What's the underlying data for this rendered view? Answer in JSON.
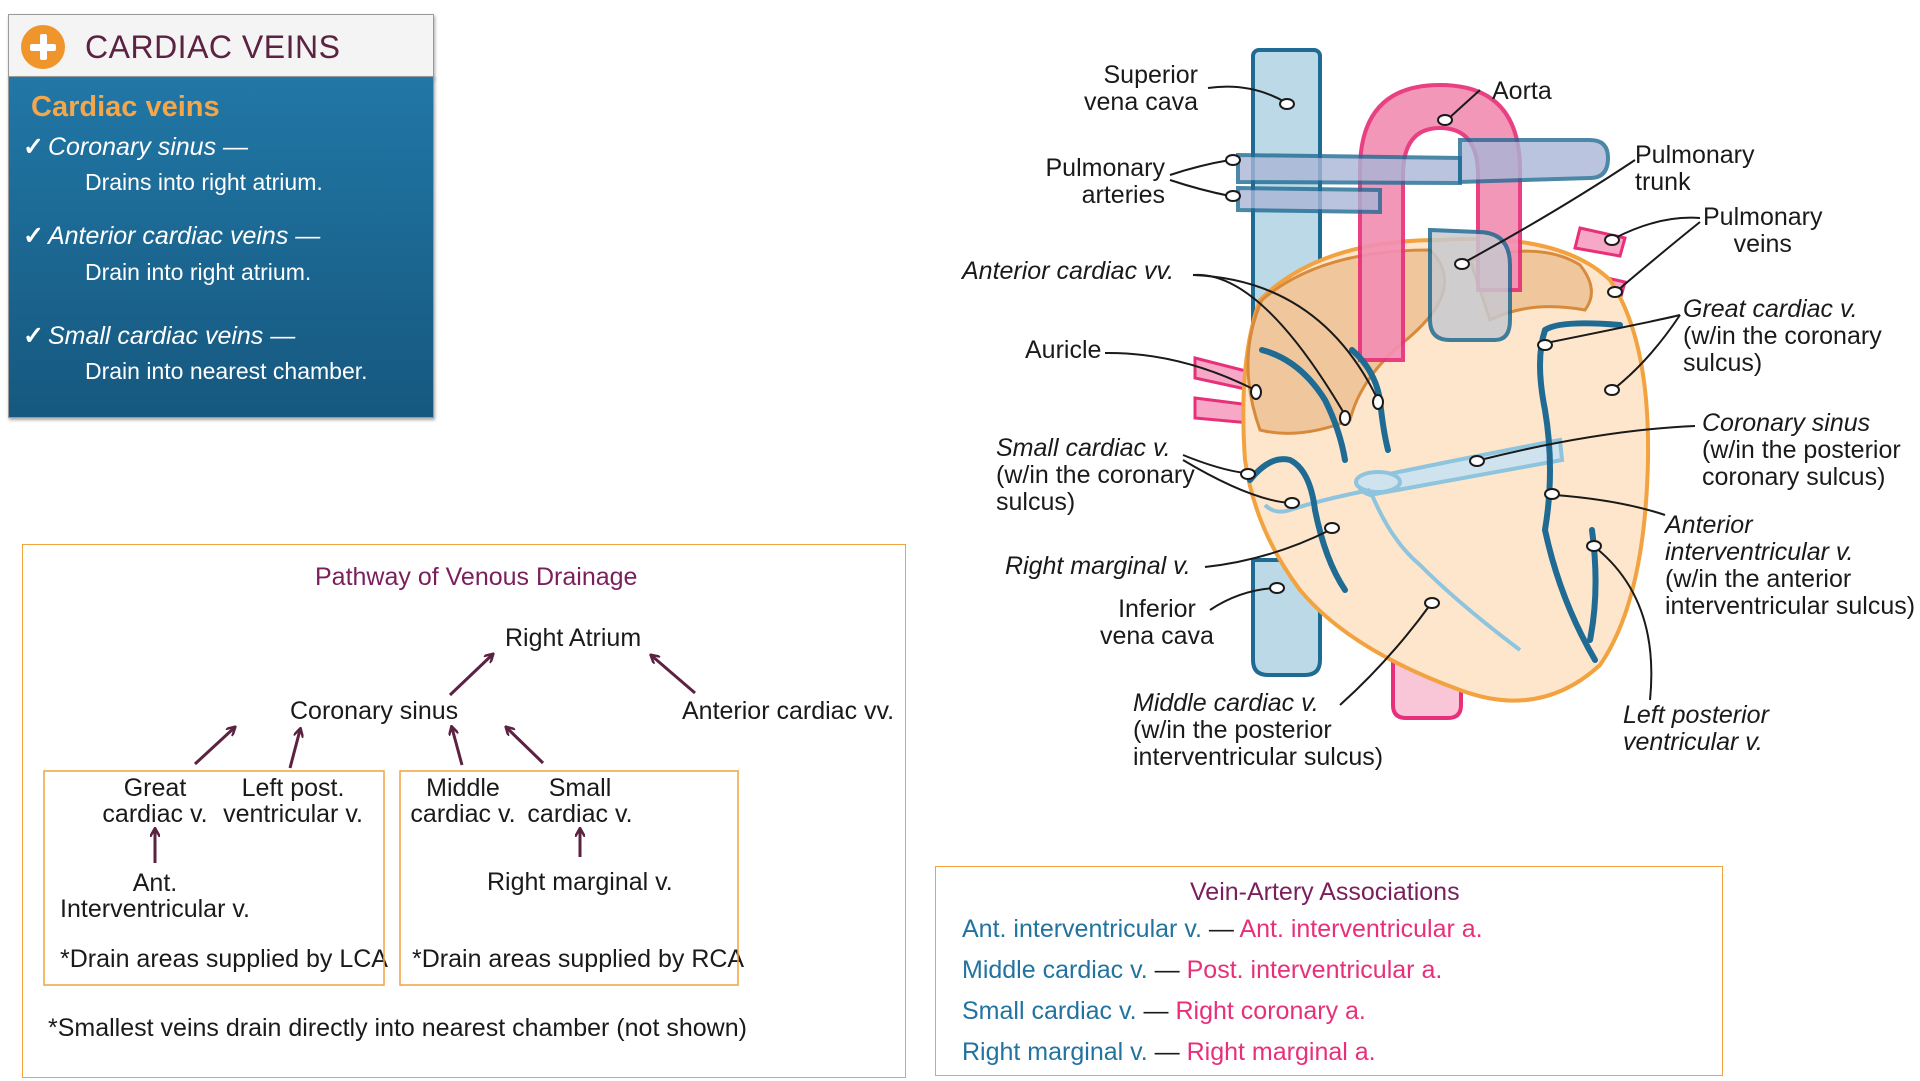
{
  "header": {
    "title": "CARDIAC VEINS",
    "icon": "plus-circle-icon",
    "accent": "#f0942c"
  },
  "summary": {
    "heading": "Cardiac veins",
    "items": [
      {
        "term": "Coronary sinus —",
        "desc": "Drains into right atrium."
      },
      {
        "term": "Anterior cardiac veins —",
        "desc": "Drain into right atrium."
      },
      {
        "term": "Small cardiac veins —",
        "desc": "Drain into nearest chamber."
      }
    ],
    "check_glyph": "✓",
    "colors": {
      "background": "#1b6792",
      "heading": "#f4a64a"
    }
  },
  "pathway": {
    "title": "Pathway of Venous Drainage",
    "right_atrium": "Right Atrium",
    "coronary_sinus": "Coronary sinus",
    "anterior_cardiac": "Anterior cardiac vv.",
    "lca_group": {
      "great_cardiac": [
        "Great",
        "cardiac v."
      ],
      "left_post": [
        "Left post.",
        "ventricular v."
      ],
      "ant_interventricular": [
        "Ant.",
        "Interventricular v."
      ],
      "note": "*Drain areas supplied by LCA"
    },
    "rca_group": {
      "middle_cardiac": [
        "Middle",
        "cardiac v."
      ],
      "small_cardiac": [
        "Small",
        "cardiac v."
      ],
      "right_marginal": "Right marginal v.",
      "note": "*Drain areas supplied by RCA"
    },
    "footnote": "*Smallest veins drain directly into nearest chamber (not shown)"
  },
  "associations": {
    "title": "Vein-Artery Associations",
    "rows": [
      {
        "vein": "Ant. interventricular v.",
        "artery": "Ant. interventricular a."
      },
      {
        "vein": "Middle cardiac v.",
        "artery": "Post. interventricular a."
      },
      {
        "vein": "Small cardiac v.",
        "artery": "Right coronary a."
      },
      {
        "vein": "Right marginal v.",
        "artery": "Right marginal a."
      }
    ],
    "dash": "—",
    "colors": {
      "vein": "#2273a0",
      "artery": "#e8307a",
      "title": "#7a1f5c"
    }
  },
  "diagram": {
    "labels": {
      "svc": [
        "Superior",
        "vena cava"
      ],
      "aorta": "Aorta",
      "pulm_arteries": [
        "Pulmonary",
        "arteries"
      ],
      "pulm_trunk": [
        "Pulmonary",
        "trunk"
      ],
      "pulm_veins": [
        "Pulmonary",
        "veins"
      ],
      "ant_cardiac": "Anterior cardiac vv.",
      "great_cardiac": [
        "Great cardiac v.",
        "(w/in the coronary",
        "sulcus)"
      ],
      "auricle": "Auricle",
      "coronary_sinus": [
        "Coronary sinus",
        "(w/in the posterior",
        "coronary sulcus)"
      ],
      "small_cardiac": [
        "Small cardiac v.",
        "(w/in the coronary",
        "sulcus)"
      ],
      "ant_interventricular": [
        "Anterior",
        "interventricular v.",
        "(w/in the anterior",
        "interventricular sulcus)"
      ],
      "right_marginal": "Right marginal v.",
      "ivc": [
        "Inferior",
        "vena cava"
      ],
      "middle_cardiac": [
        "Middle cardiac v.",
        "(w/in the posterior",
        "interventricular sulcus)"
      ],
      "left_post_vent": [
        "Left posterior",
        "ventricular v."
      ]
    },
    "colors": {
      "vein_blue": "#1f6b93",
      "vena_cava_fill": "#bcd9e8",
      "aorta_pink": "#f38fb4",
      "aorta_stroke": "#e8307a",
      "heart_fill": "#fde6cc",
      "heart_stroke": "#f2a23f",
      "atrium_fill": "#f0c79c",
      "sinus_light": "#8ec4dd"
    }
  }
}
